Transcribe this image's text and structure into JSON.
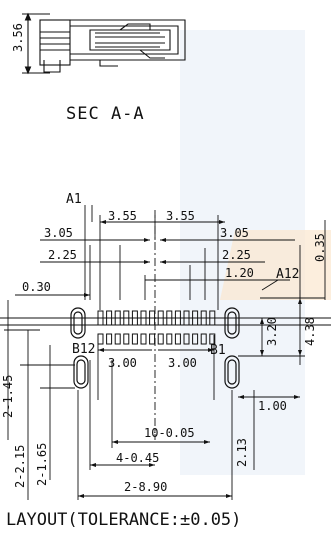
{
  "section": {
    "height_dim": "3.56",
    "title": "SEC A-A"
  },
  "layout": {
    "title": "LAYOUT(TOLERANCE:±0.05)"
  },
  "labels": {
    "a1": "A1",
    "a12": "A12",
    "b12": "B12",
    "b1": "B1"
  },
  "dimensions": {
    "top_left_pitch": "3.55",
    "top_right_pitch": "3.55",
    "left_3_05": "3.05",
    "right_3_05": "3.05",
    "left_2_25": "2.25",
    "right_2_25": "2.25",
    "right_1_20": "1.20",
    "left_0_30": "0.30",
    "right_0_35": "0.35",
    "inner_left_3_00": "3.00",
    "inner_right_3_00": "3.00",
    "vert_3_20": "3.20",
    "vert_4_38": "4.38",
    "horiz_1_00": "1.00",
    "vert_2_13": "2.13",
    "pitch_10": "10-0.05",
    "pitch_4": "4-0.45",
    "span_8_90": "2-8.90",
    "left_2_1_45": "2-1.45",
    "left_2_2_15": "2-2.15",
    "left_2_1_65": "2-1.65"
  },
  "colors": {
    "watermark_blue": "#dfe6f3",
    "watermark_orange": "#fbe7cf"
  }
}
